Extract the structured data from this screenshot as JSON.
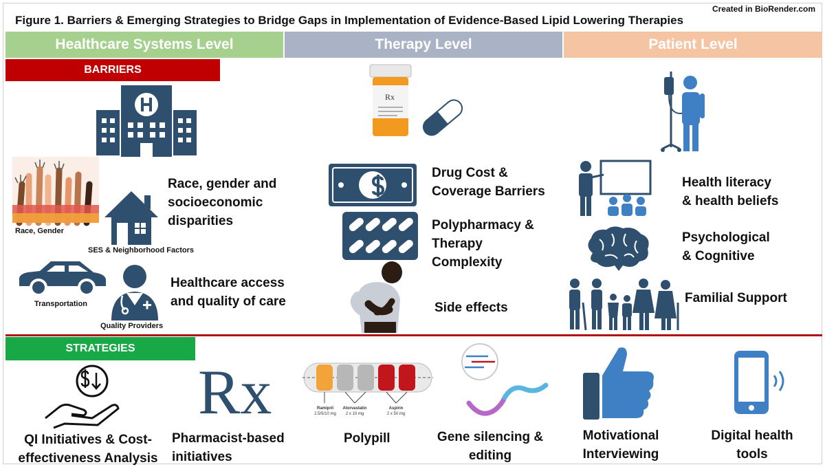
{
  "figure_title": "Figure 1. Barriers & Emerging Strategies to Bridge Gaps in Implementation of Evidence-Based Lipid Lowering Therapies",
  "credit": "Created in BioRender.com",
  "levels": {
    "healthcare": "Healthcare Systems Level",
    "therapy": "Therapy Level",
    "patient": "Patient Level"
  },
  "sections": {
    "barriers": "BARRIERS",
    "strategies": "STRATEGIES"
  },
  "barriers": {
    "healthcare": {
      "race_small": "Race, Gender",
      "ses_small": "SES & Neighborhood Factors",
      "disparities": [
        "Race, gender and",
        "socioeconomic",
        "disparities"
      ],
      "transport_small": "Transportation",
      "providers_small": "Quality Providers",
      "access": [
        "Healthcare access",
        "and quality of care"
      ]
    },
    "therapy": {
      "bottle_label": "Rx",
      "cost": [
        "Drug Cost &",
        "Coverage Barriers"
      ],
      "polypharmacy": [
        "Polypharmacy &",
        "Therapy",
        "Complexity"
      ],
      "side_effects": "Side effects"
    },
    "patient": {
      "literacy": [
        "Health literacy",
        "& health beliefs"
      ],
      "psych": [
        "Psychological",
        "& Cognitive"
      ],
      "familial": "Familial Support"
    }
  },
  "strategies": {
    "qi": [
      "QI Initiatives & Cost-",
      "effectiveness Analysis"
    ],
    "pharmacist_symbol": "Rx",
    "pharmacist": [
      "Pharmacist-based",
      "initiatives"
    ],
    "polypill_labels": [
      {
        "name": "Ramipril",
        "dose": "2.5/5/10 mg"
      },
      {
        "name": "Atorvastatin",
        "dose": "2 x 10 mg"
      },
      {
        "name": "Aspirin",
        "dose": "2 x 50 mg"
      }
    ],
    "polypill": "Polypill",
    "gene": [
      "Gene silencing &",
      "editing"
    ],
    "motivational": [
      "Motivational",
      "Interviewing"
    ],
    "digital": [
      "Digital health",
      "tools"
    ]
  },
  "colors": {
    "icon_navy": "#2f4f6f",
    "icon_blue": "#3e80c3",
    "barriers_red": "#c00000",
    "strategies_green": "#18a946",
    "healthcare_green": "#a6d08e",
    "therapy_gray": "#aab3c6",
    "patient_peach": "#f5c4a3"
  }
}
